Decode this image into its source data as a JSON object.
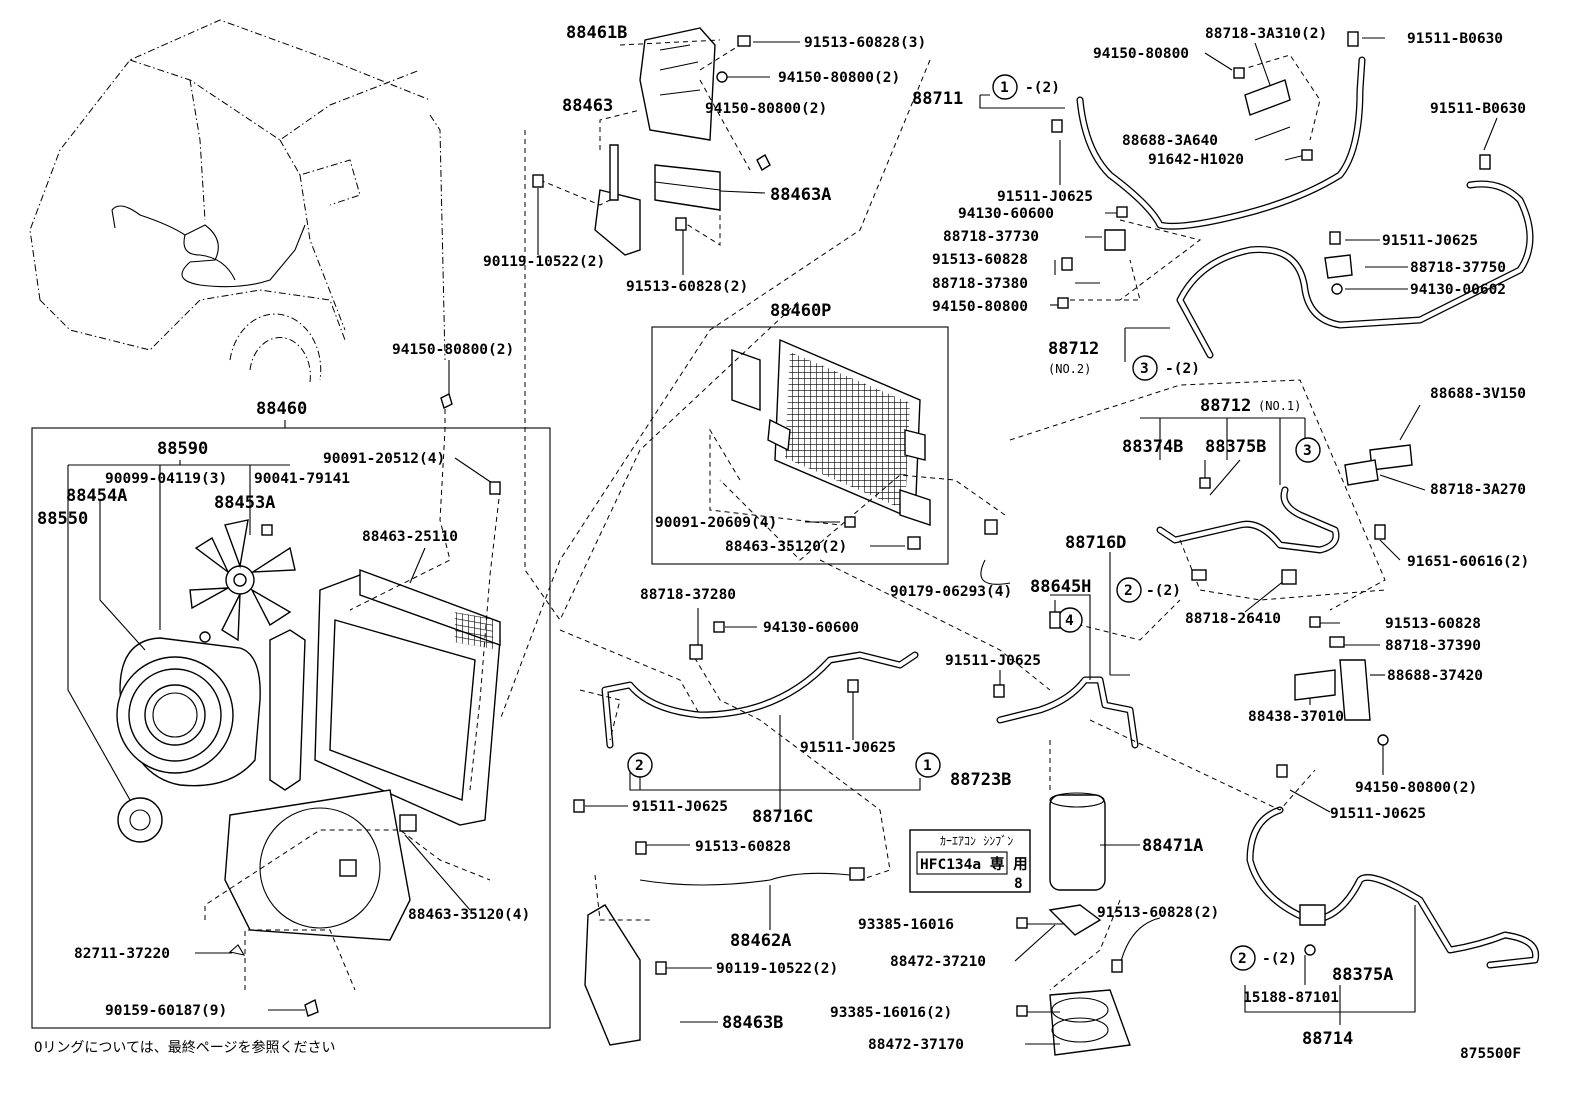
{
  "diagram_code": "875500F",
  "footnote": "Oリングについては、最終ページを参照ください",
  "label_card": {
    "line1": "ｶｰｴｱｺﾝ ｼﾝﾌﾞﾝ",
    "main": "HFC134a 専 用",
    "num": "8"
  },
  "groups": {
    "fan_unit": "88460",
    "fan_label": "88590",
    "condenser": "88460P",
    "pipe_88711": "88711",
    "pipe_88712_no2": "88712",
    "pipe_88712_no2_sub": "(NO.2)",
    "pipe_88712_no1": "88712",
    "pipe_88712_no1_sub": "(NO.1)",
    "hose_88716d": "88716D",
    "hose_88716c": "88716C",
    "pipe_88714": "88714"
  },
  "circles": [
    {
      "n": "1",
      "qty": "-(2)"
    },
    {
      "n": "3",
      "qty": "-(2)"
    },
    {
      "n": "3",
      "qty": ""
    },
    {
      "n": "2",
      "qty": "-(2)"
    },
    {
      "n": "4",
      "qty": ""
    },
    {
      "n": "2",
      "qty": ""
    },
    {
      "n": "1",
      "qty": ""
    },
    {
      "n": "2",
      "qty": "-(2)"
    }
  ],
  "parts": [
    "88461B",
    "91513-60828(3)",
    "94150-80800(2)",
    "88463",
    "94150-80800(2)",
    "88463A",
    "90119-10522(2)",
    "91513-60828(2)",
    "94150-80800(2)",
    "88460",
    "88590",
    "90091-20512(4)",
    "90099-04119(3)",
    "90041-79141",
    "88454A",
    "88453A",
    "88550",
    "88463-25110",
    "88463-35120(4)",
    "82711-37220",
    "90159-60187(9)",
    "90091-20609(4)",
    "88463-35120(2)",
    "90179-06293(4)",
    "88718-37280",
    "94130-60600",
    "91511-J0625",
    "91511-J0625",
    "91513-60828",
    "88462A",
    "90119-10522(2)",
    "88463B",
    "88723B",
    "88471A",
    "93385-16016",
    "91513-60828(2)",
    "88472-37210",
    "93385-16016(2)",
    "88472-37170",
    "94150-80800",
    "88718-3A310(2)",
    "91511-B0630",
    "91511-B0630",
    "88688-3A640",
    "91642-H1020",
    "91511-J0625",
    "94130-60600",
    "88718-37730",
    "91513-60828",
    "88718-37380",
    "94150-80800",
    "91511-J0625",
    "88718-37750",
    "94130-00602",
    "88688-3V150",
    "88374B",
    "88375B",
    "88718-3A270",
    "91651-60616(2)",
    "88645H",
    "91511-J0625",
    "88718-26410",
    "91513-60828",
    "88718-37390",
    "88688-37420",
    "88438-37010",
    "94150-80800(2)",
    "91511-J0625",
    "88375A",
    "15188-87101",
    "88714"
  ]
}
